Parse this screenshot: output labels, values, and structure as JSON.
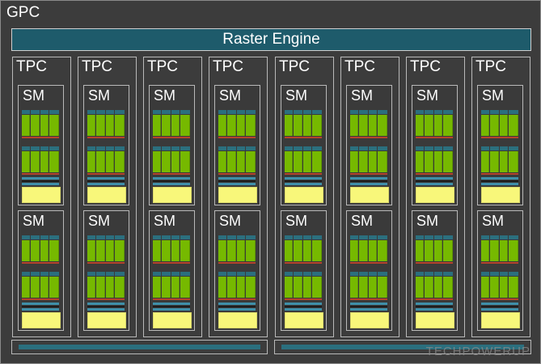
{
  "gpc": {
    "label": "GPC"
  },
  "raster_engine": {
    "label": "Raster Engine"
  },
  "tpcs": [
    {
      "label": "TPC",
      "sms": [
        {
          "label": "SM"
        },
        {
          "label": "SM"
        }
      ]
    },
    {
      "label": "TPC",
      "sms": [
        {
          "label": "SM"
        },
        {
          "label": "SM"
        }
      ]
    },
    {
      "label": "TPC",
      "sms": [
        {
          "label": "SM"
        },
        {
          "label": "SM"
        }
      ]
    },
    {
      "label": "TPC",
      "sms": [
        {
          "label": "SM"
        },
        {
          "label": "SM"
        }
      ]
    },
    {
      "label": "TPC",
      "sms": [
        {
          "label": "SM"
        },
        {
          "label": "SM"
        }
      ]
    },
    {
      "label": "TPC",
      "sms": [
        {
          "label": "SM"
        },
        {
          "label": "SM"
        }
      ]
    },
    {
      "label": "TPC",
      "sms": [
        {
          "label": "SM"
        },
        {
          "label": "SM"
        }
      ]
    },
    {
      "label": "TPC",
      "sms": [
        {
          "label": "SM"
        },
        {
          "label": "SM"
        }
      ]
    }
  ],
  "watermark": {
    "text": "TECHPOWERUP"
  },
  "colors": {
    "background": "#3c3c3c",
    "raster": "#1e5b6b",
    "core": "#76b900",
    "cache": "#f8f77a",
    "teal": "#2b6f7e"
  }
}
